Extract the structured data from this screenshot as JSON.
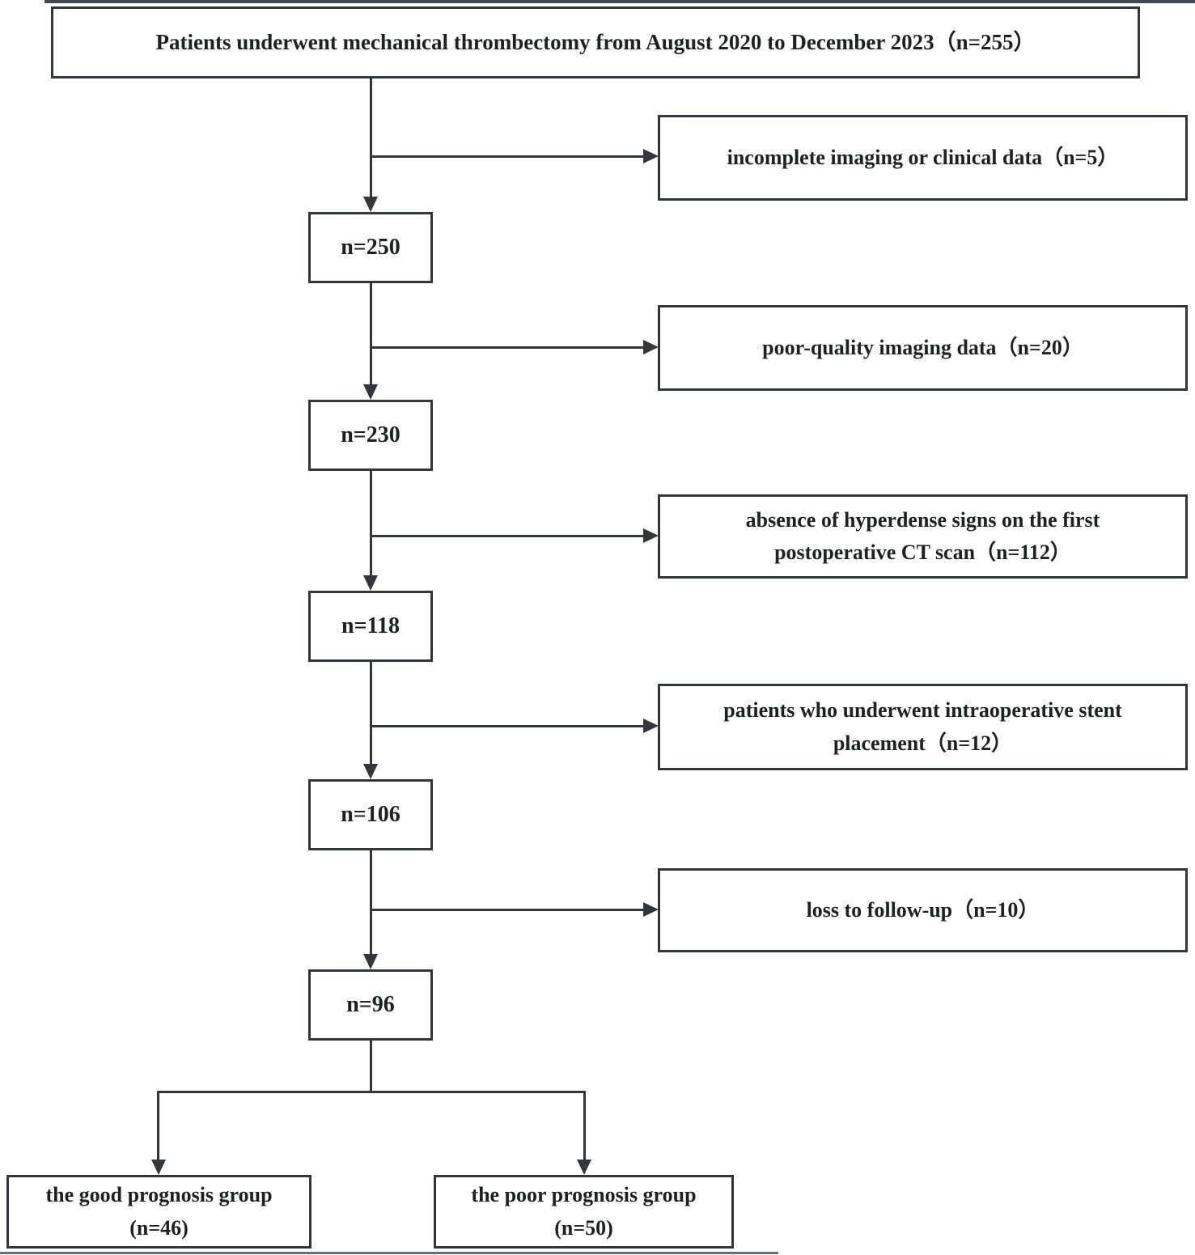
{
  "diagram": {
    "title_box": {
      "label": "Patients underwent mechanical thrombectomy from August 2020 to December 2023（n=255）"
    },
    "count_boxes": [
      {
        "label": "n=250"
      },
      {
        "label": "n=230"
      },
      {
        "label": "n=118"
      },
      {
        "label": "n=106"
      },
      {
        "label": "n=96"
      }
    ],
    "exclusion_boxes": [
      {
        "label": "incomplete imaging or clinical data（n=5）"
      },
      {
        "label": "poor-quality imaging data（n=20）"
      },
      {
        "label": "absence of hyperdense signs on the first postoperative CT scan（n=112）"
      },
      {
        "label": "patients who underwent intraoperative stent placement（n=12）"
      },
      {
        "label": "loss to follow-up（n=10）"
      }
    ],
    "outcome_boxes": [
      {
        "label": "the good prognosis group (n=46)"
      },
      {
        "label": "the poor prognosis group (n=50)"
      }
    ],
    "colors": {
      "line": "#33363a",
      "text": "#1f2023",
      "background": "#ffffff"
    }
  }
}
